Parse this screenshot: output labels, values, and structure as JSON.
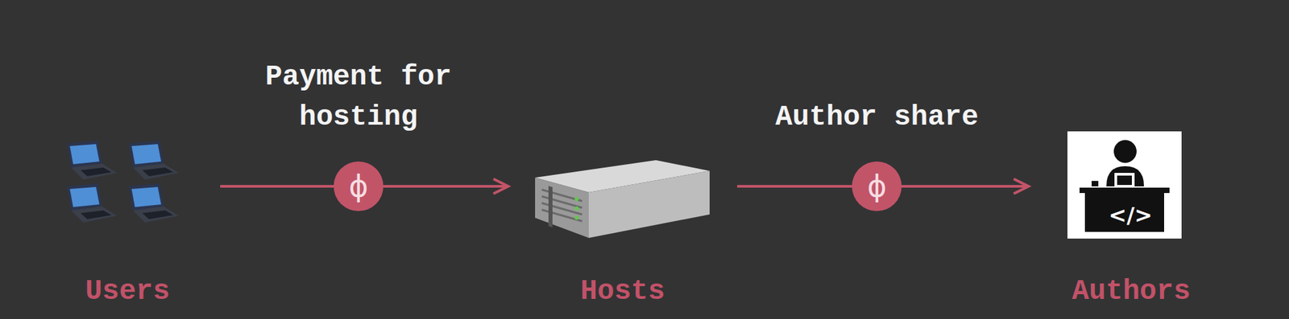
{
  "diagram": {
    "nodes": [
      {
        "text": [
          "Users"
        ]
      },
      {
        "text": [
          "Hosts"
        ]
      },
      {
        "text": [
          "Authors"
        ]
      }
    ],
    "edges": [
      {
        "from": 0,
        "to": 1,
        "label": "Payment for hosting",
        "arrow": "to"
      },
      {
        "from": 1,
        "to": 2,
        "label": "Author share",
        "arrow": "to"
      }
    ],
    "labels": [
      "ϕ",
      "ϕ",
      "</>"
    ]
  }
}
